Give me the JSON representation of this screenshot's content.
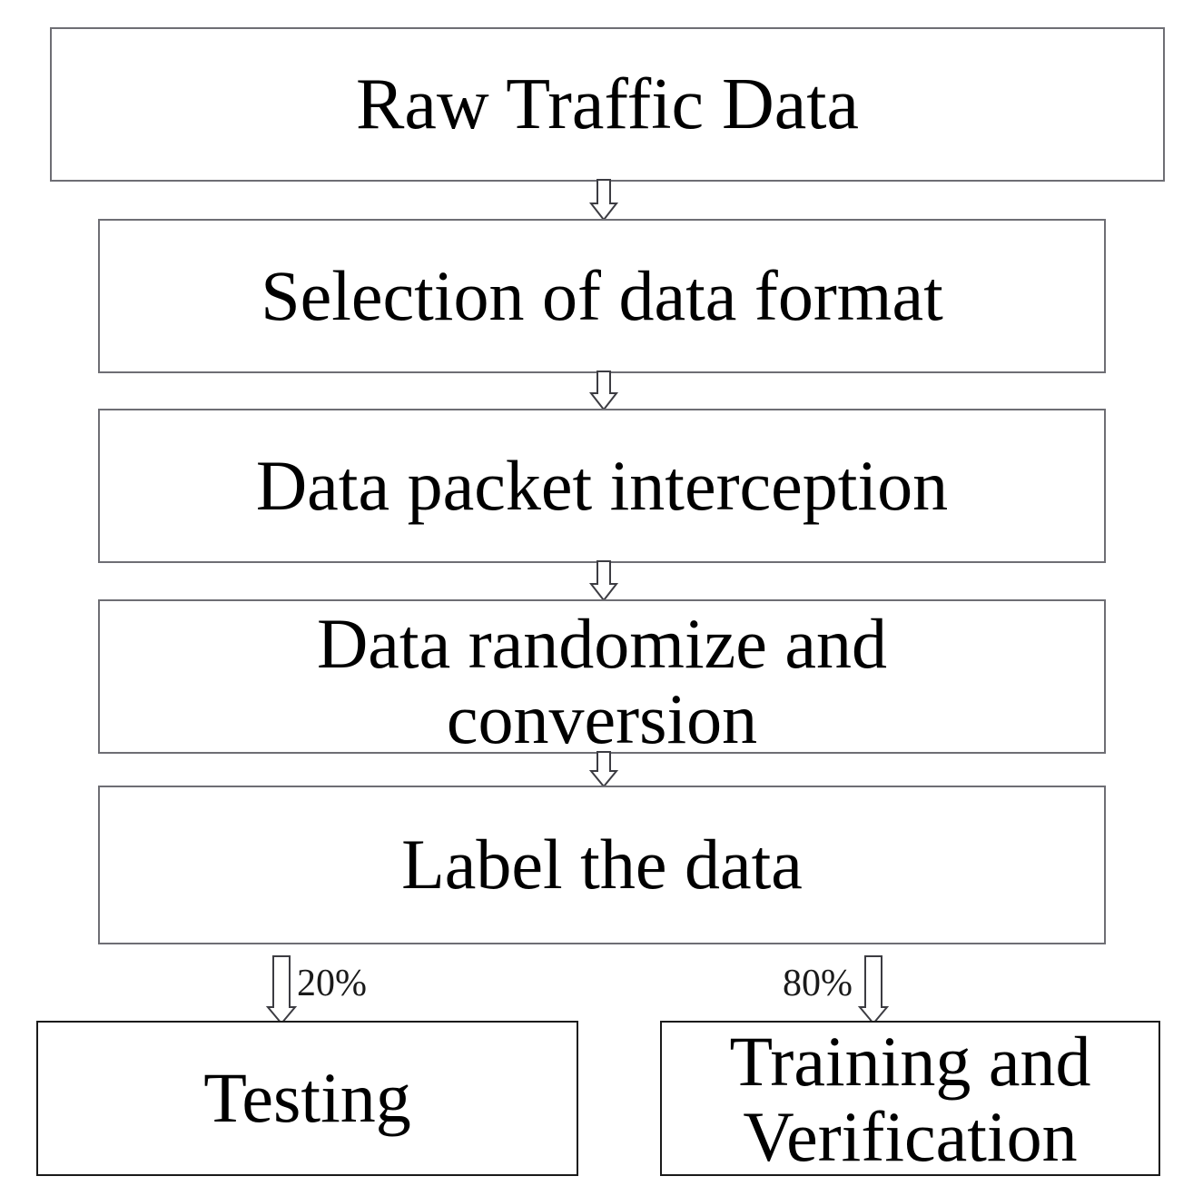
{
  "diagram": {
    "type": "flowchart",
    "orientation": "top-to-bottom",
    "nodes": [
      {
        "id": "raw",
        "label": "Raw Traffic Data"
      },
      {
        "id": "selection",
        "label": "Selection of data format"
      },
      {
        "id": "intercept",
        "label": "Data packet interception"
      },
      {
        "id": "randomize",
        "label": "Data randomize and conversion"
      },
      {
        "id": "labeldata",
        "label": "Label the data"
      },
      {
        "id": "testing",
        "label": "Testing"
      },
      {
        "id": "training",
        "label": "Training and Verification"
      }
    ],
    "randomize_lines": {
      "line1": "Data randomize and",
      "line2": "conversion"
    },
    "training_lines": {
      "line1": "Training and",
      "line2": "Verification"
    },
    "edges": [
      {
        "from": "raw",
        "to": "selection",
        "label": ""
      },
      {
        "from": "selection",
        "to": "intercept",
        "label": ""
      },
      {
        "from": "intercept",
        "to": "randomize",
        "label": ""
      },
      {
        "from": "randomize",
        "to": "labeldata",
        "label": ""
      },
      {
        "from": "labeldata",
        "to": "testing",
        "label": "20%"
      },
      {
        "from": "labeldata",
        "to": "training",
        "label": "80%"
      }
    ],
    "split_labels": {
      "testing_share": "20%",
      "training_share": "80%"
    },
    "colors": {
      "background": "#ffffff",
      "box_border": "#6e6e74",
      "box_border_dark": "#1a1a1a",
      "text": "#000000",
      "arrow_stroke": "#3c3c42",
      "arrow_fill": "#ffffff"
    }
  }
}
